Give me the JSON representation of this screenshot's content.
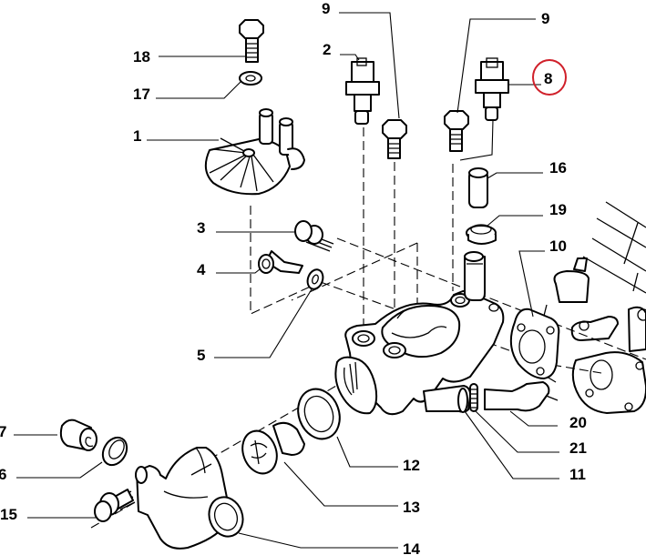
{
  "diagram": {
    "title": "Thermostat housing exploded parts diagram",
    "highlight_color": "#d0202a",
    "highlighted_part": "8",
    "callouts": [
      {
        "id": "c18",
        "label": "18",
        "part": "bolt"
      },
      {
        "id": "c17",
        "label": "17",
        "part": "washer"
      },
      {
        "id": "c1",
        "label": "1",
        "part": "water-pump-impeller-cover"
      },
      {
        "id": "c9a",
        "label": "9",
        "part": "bolt"
      },
      {
        "id": "c2",
        "label": "2",
        "part": "temperature-sensor"
      },
      {
        "id": "c9b",
        "label": "9",
        "part": "bolt"
      },
      {
        "id": "c8",
        "label": "8",
        "part": "temperature-sensor"
      },
      {
        "id": "c16",
        "label": "16",
        "part": "sleeve"
      },
      {
        "id": "c19",
        "label": "19",
        "part": "hose-clamp"
      },
      {
        "id": "c10",
        "label": "10",
        "part": "gasket"
      },
      {
        "id": "c3",
        "label": "3",
        "part": "bolt"
      },
      {
        "id": "c4",
        "label": "4",
        "part": "socket-head-screw"
      },
      {
        "id": "c5",
        "label": "5",
        "part": "washer"
      },
      {
        "id": "c7",
        "label": "7",
        "part": "cap"
      },
      {
        "id": "c6",
        "label": "6",
        "part": "hose-clamp"
      },
      {
        "id": "c15",
        "label": "15",
        "part": "flange-bolt"
      },
      {
        "id": "c12",
        "label": "12",
        "part": "seal-ring"
      },
      {
        "id": "c13",
        "label": "13",
        "part": "thermostat"
      },
      {
        "id": "c14",
        "label": "14",
        "part": "thermostat-cover"
      },
      {
        "id": "c20",
        "label": "20",
        "part": "hose"
      },
      {
        "id": "c21",
        "label": "21",
        "part": "spring"
      },
      {
        "id": "c11",
        "label": "11",
        "part": "pipe"
      }
    ]
  }
}
